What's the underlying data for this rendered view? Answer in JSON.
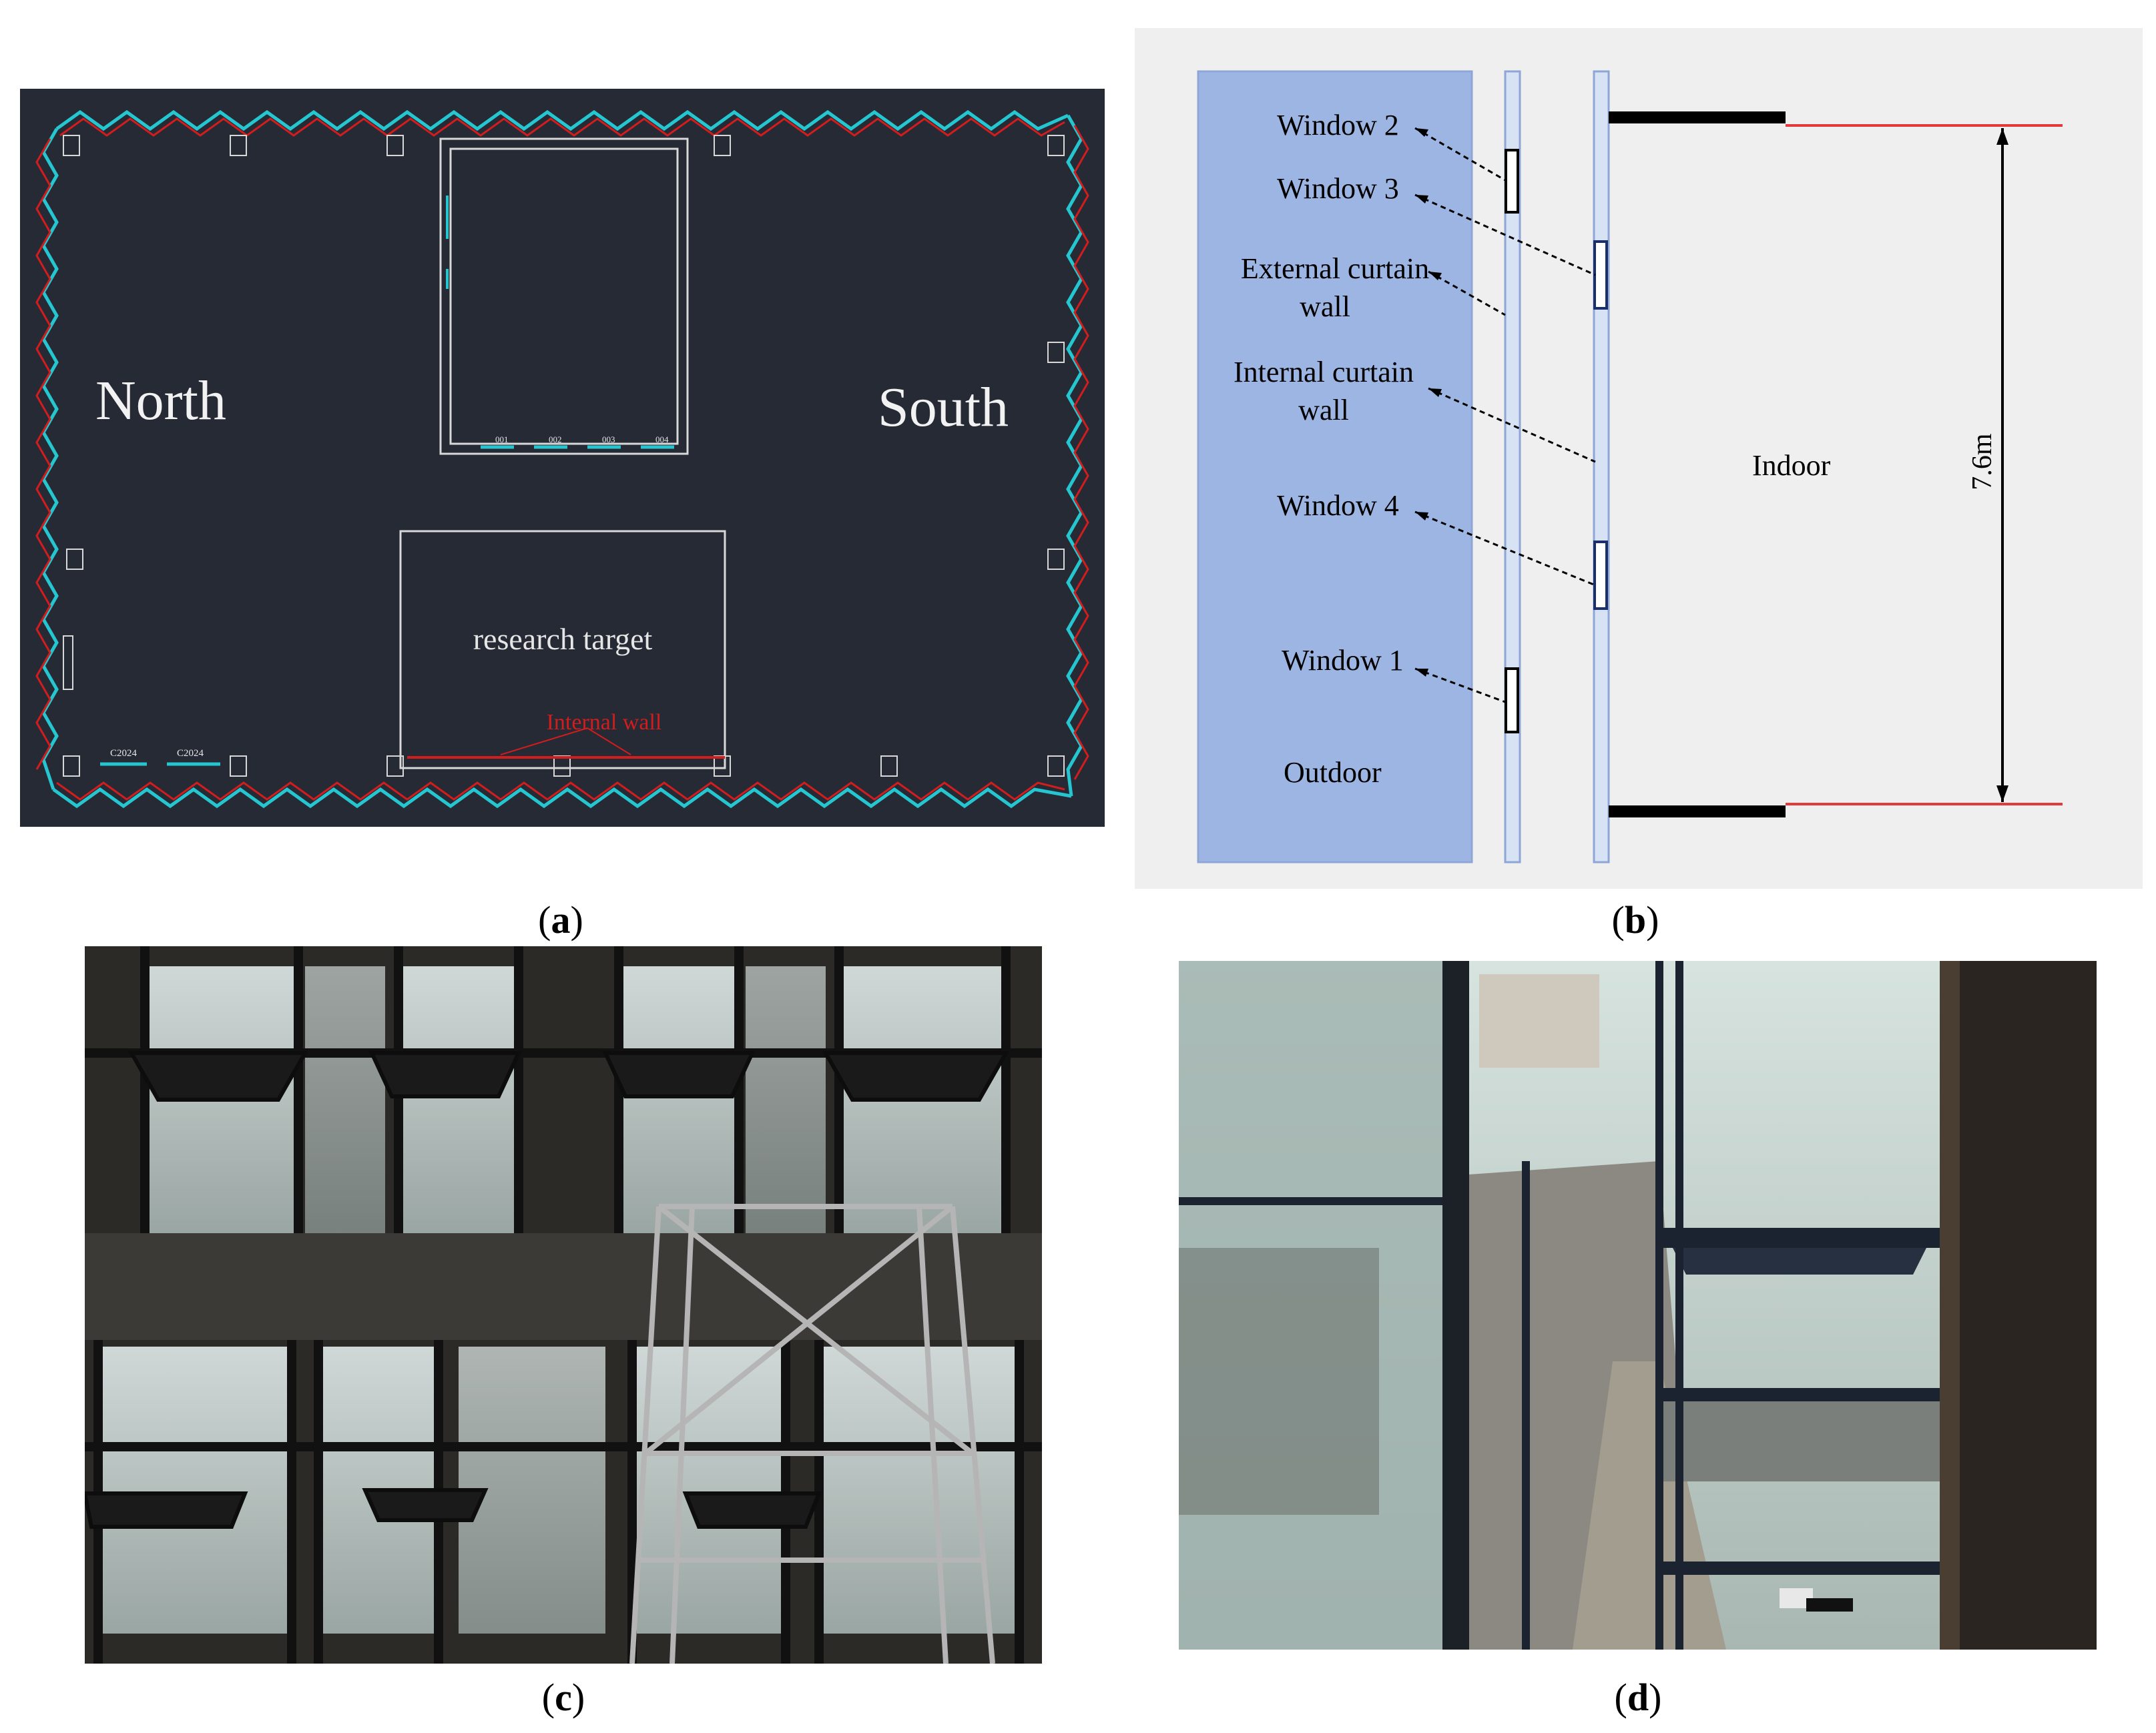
{
  "panel_a": {
    "north_label": "North",
    "south_label": "South",
    "target_label": "research target",
    "internal_wall_label": "Internal wall",
    "bottom_window_labels": [
      "C2024",
      "C2024"
    ],
    "core_window_labels": [
      "001",
      "002",
      "003",
      "004"
    ],
    "colors": {
      "background": "#252a35",
      "line": "#e6e6e6",
      "accent_cyan": "#26c6d0",
      "accent_red": "#d11d1d"
    }
  },
  "panel_b": {
    "labels": {
      "window2": "Window 2",
      "window3": "Window 3",
      "external_wall_1": "External curtain",
      "external_wall_2": "wall",
      "internal_wall_1": "Internal curtain",
      "internal_wall_2": "wall",
      "window4": "Window 4",
      "window1": "Window 1",
      "outdoor": "Outdoor",
      "indoor": "Indoor",
      "height": "7.6m"
    },
    "colors": {
      "outdoor_fill": "#9db5e3",
      "background": "#efefef",
      "wall_fill": "#d7e2f5",
      "red": "#e23a3a"
    }
  },
  "panel_c": {
    "description_icon": "photo-interior-windows"
  },
  "panel_d": {
    "description_icon": "photo-cavity-corridor"
  },
  "captions": {
    "a": {
      "open": "(",
      "letter": "a",
      "close": ")"
    },
    "b": {
      "open": "(",
      "letter": "b",
      "close": ")"
    },
    "c": {
      "open": "(",
      "letter": "c",
      "close": ")"
    },
    "d": {
      "open": "(",
      "letter": "d",
      "close": ")"
    }
  }
}
